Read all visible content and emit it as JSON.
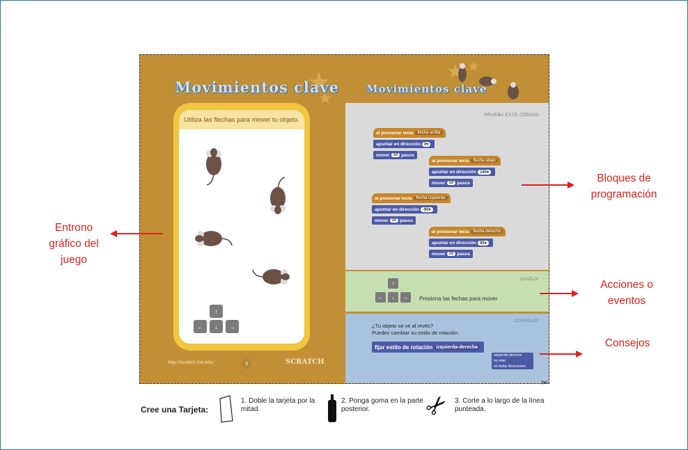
{
  "left_page": {
    "title": "Movimientos clave",
    "caption": "Utiliza las flechas para mover tu objeto.",
    "keys": {
      "up": "↑",
      "left": "←",
      "down": "↓",
      "right": "→"
    },
    "url": "http://scratch.mit.edu",
    "page_number": "3",
    "logo": "SCRATCH"
  },
  "right_page": {
    "title": "Movimientos clave",
    "code_header": "PRUEBA ESTE CÓDIGO",
    "scripts": [
      {
        "event": "al presionar tecla",
        "key": "flecha arriba",
        "point": "apuntar en dirección",
        "direction": "0▾",
        "move": "mover",
        "steps": "10",
        "steps_label": "pasos"
      },
      {
        "event": "al presionar tecla",
        "key": "flecha abajo",
        "point": "apuntar en dirección",
        "direction": "180▾",
        "move": "mover",
        "steps": "10",
        "steps_label": "pasos"
      },
      {
        "event": "al presionar tecla",
        "key": "flecha izquierda",
        "point": "apuntar en dirección",
        "direction": "-90▾",
        "move": "mover",
        "steps": "10",
        "steps_label": "pasos"
      },
      {
        "event": "al presionar tecla",
        "key": "flecha derecha",
        "point": "apuntar en dirección",
        "direction": "90▾",
        "move": "mover",
        "steps": "10",
        "steps_label": "pasos"
      }
    ],
    "action_header": "¡HAZLO!",
    "action_text": "Presiona las fechas para mover",
    "tip_header": "CONSEJO",
    "tip_line1": "¿Tu objeto se ve al revés?",
    "tip_line2": "Puedes cambiar su estilo de rotación.",
    "tip_block": "fijar estilo de rotación",
    "tip_value": "izquierda-derecha",
    "tip_options": [
      "izquierda-derecha",
      "no rotar",
      "en todas direcciones"
    ]
  },
  "instructions": {
    "label": "Cree una Tarjeta:",
    "step1_a": "1. Doble la tarjeta por la",
    "step1_b": "mitad.",
    "step2_a": "2. Ponga goma en la parte",
    "step2_b": "posterior.",
    "step3_a": "3. Corte a lo largo de la línea",
    "step3_b": "punteada."
  },
  "annotations": {
    "left_1": "Entrono",
    "left_2": "gráfico del",
    "left_3": "juego",
    "blocks_1": "Bloques de",
    "blocks_2": "programación",
    "actions_1": "Acciones o",
    "actions_2": "eventos",
    "tips": "Consejos"
  },
  "colors": {
    "card": "#c18f35",
    "annotation": "#e0201c",
    "code_bg": "#dadada",
    "action_bg": "#c6dfb1",
    "tip_bg": "#a9c3de"
  }
}
